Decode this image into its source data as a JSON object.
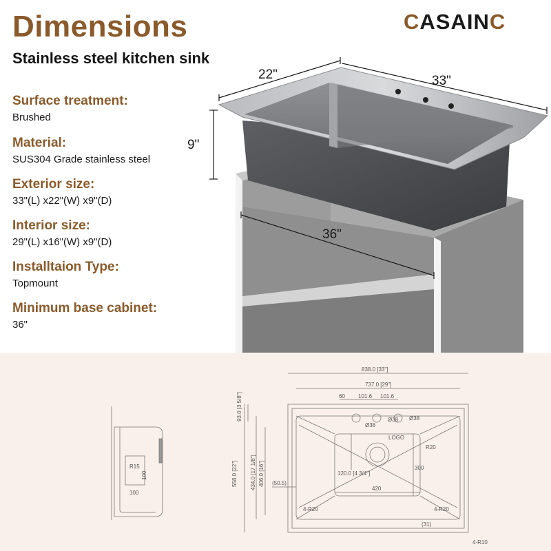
{
  "header": {
    "title": "Dimensions",
    "brand": {
      "c1": "C",
      "mid": "ASAIN",
      "c2": "C"
    },
    "subtitle": "Stainless steel kitchen sink"
  },
  "specs": [
    {
      "label": "Surface treatment:",
      "value": "Brushed"
    },
    {
      "label": "Material:",
      "value": "SUS304 Grade stainless steel"
    },
    {
      "label": "Exterior size:",
      "value": "33\"(L) x22\"(W) x9\"(D)"
    },
    {
      "label": "Interior size:",
      "value": "29\"(L) x16\"(W) x9\"(D)"
    },
    {
      "label": "Installtaion Type:",
      "value": "Topmount"
    },
    {
      "label": "Minimum base cabinet:",
      "value": "36\""
    }
  ],
  "photo_dims": {
    "width": "22\"",
    "length": "33\"",
    "depth": "9\"",
    "cabinet": "36\""
  },
  "drawing": {
    "total_length": "838.0 [33\"]",
    "inner_length": "737.0 [29\"]",
    "hole_offset": "60",
    "hole_spacing_1": "101.6",
    "hole_spacing_2": "101.6",
    "hole_d1": "Ø38",
    "hole_d2": "Ø38",
    "hole_d3": "Ø38",
    "logo_mark": "LOGO",
    "top_margin": "93.0 [3 5/8\"]",
    "total_width": "558.0 [22\"]",
    "inner_width": "434.0 [17 1/8\"]",
    "bowl_width": "406.0 [16\"]",
    "drain_offset": "120.0 [4 3/4\"]",
    "side_margin": "(50.5)",
    "corner_radius": "R20",
    "inner_corner": "4-R20",
    "outer_corner": "4-R20",
    "flange_corner": "4-R10",
    "bowl_420": "420",
    "bowl_300": "300",
    "bottom_31": "(31)",
    "side_r15": "R15",
    "side_100a": "100",
    "side_100b": "100"
  }
}
